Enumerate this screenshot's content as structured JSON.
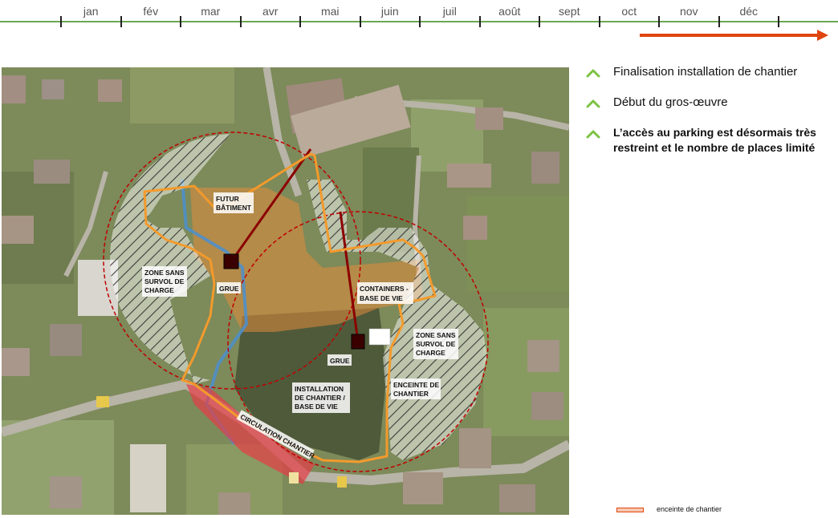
{
  "timeline": {
    "months": [
      "jan",
      "fév",
      "mar",
      "avr",
      "mai",
      "juin",
      "juil",
      "août",
      "sept",
      "oct",
      "nov",
      "déc"
    ]
  },
  "legend": {
    "items": [
      {
        "text": "Finalisation installation de chantier",
        "bold": false
      },
      {
        "text": "Début du gros-œuvre",
        "bold": false
      },
      {
        "text": "L’accès au parking est désormais très restreint et le nombre de places limité",
        "bold": true
      }
    ],
    "enceinte": "enceinte de chantier"
  },
  "map": {
    "labels": {
      "futur_batiment": [
        "FUTUR",
        "BÂTIMENT"
      ],
      "zone_left": [
        "ZONE SANS",
        "SURVOL DE",
        "CHARGE"
      ],
      "grue_left": "GRUE",
      "containers": [
        "CONTAINERS -",
        "BASE DE VIE"
      ],
      "zone_right": [
        "ZONE SANS",
        "SURVOL DE",
        "CHARGE"
      ],
      "grue_right": "GRUE",
      "installation": [
        "INSTALLATION",
        "DE CHANTIER /",
        "BASE DE VIE"
      ],
      "enceinte": [
        "ENCEINTE DE",
        "CHANTIER"
      ],
      "circulation": "CIRCULATION CHANTIER"
    }
  },
  "colors": {
    "timeline_green": "#6aa84f",
    "progress_orange": "#e0460f",
    "chevron_green": "#7cc243",
    "enceinte_orange": "#f39a2c",
    "crane_radius_red": "#c00000"
  }
}
